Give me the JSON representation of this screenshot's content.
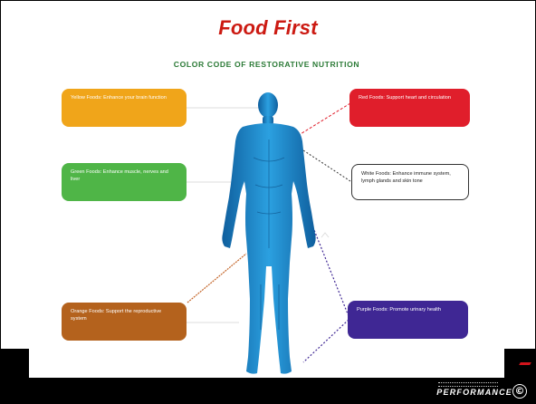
{
  "slide": {
    "title": "Food First",
    "logo_text": "PERFORMANCE",
    "copyright_symbol": "©",
    "colors": {
      "title": "#cc1a12",
      "bar": "#000000",
      "accent_red": "#d2141c"
    }
  },
  "infographic": {
    "title": "COLOR CODE OF RESTORATIVE NUTRITION",
    "body_color": "#1f8fd0",
    "boxes": [
      {
        "key": "yellow",
        "color": "#f0a51a",
        "text": "Yellow Foods: Enhance your brain function"
      },
      {
        "key": "green",
        "color": "#4fb547",
        "text": "Green Foods: Enhance muscle, nerves and liver"
      },
      {
        "key": "orange",
        "color": "#b4621d",
        "text": "Orange Foods: Support the reproductive system"
      },
      {
        "key": "red",
        "color": "#e01e2b",
        "text": "Red Foods: Support heart and circulation"
      },
      {
        "key": "white",
        "color": "#ffffff",
        "text": "White Foods: Enhance immune system, lymph glands and skin tone"
      },
      {
        "key": "purple",
        "color": "#3f2794",
        "text": "Purple Foods: Promote urinary health"
      }
    ]
  }
}
